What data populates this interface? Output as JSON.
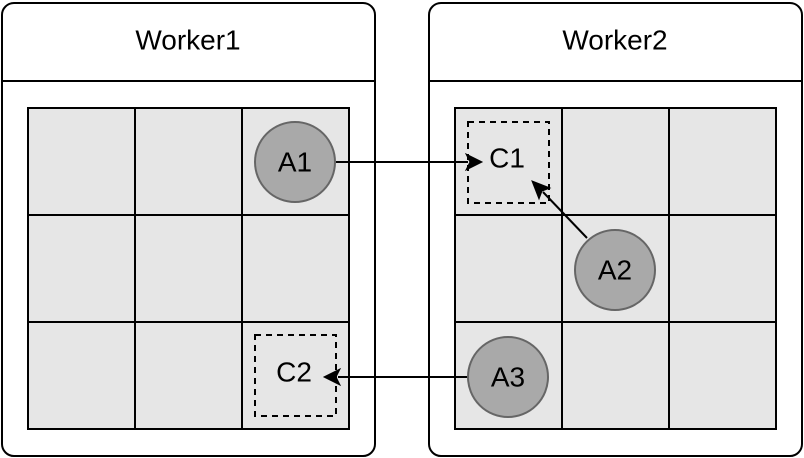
{
  "workers": [
    {
      "id": "worker1",
      "title": "Worker1"
    },
    {
      "id": "worker2",
      "title": "Worker2"
    }
  ],
  "nodes": [
    {
      "id": "A1",
      "label": "A1",
      "kind": "actor",
      "worker": "worker1"
    },
    {
      "id": "A2",
      "label": "A2",
      "kind": "actor",
      "worker": "worker2"
    },
    {
      "id": "A3",
      "label": "A3",
      "kind": "actor",
      "worker": "worker2"
    },
    {
      "id": "C1",
      "label": "C1",
      "kind": "placeholder",
      "worker": "worker2"
    },
    {
      "id": "C2",
      "label": "C2",
      "kind": "placeholder",
      "worker": "worker1"
    }
  ],
  "edges": [
    {
      "from": "A1",
      "to": "C1"
    },
    {
      "from": "A2",
      "to": "C1"
    },
    {
      "from": "A3",
      "to": "C2"
    }
  ],
  "colors": {
    "cell_fill": "#e6e6e6",
    "actor_fill": "#a9a9a9",
    "actor_stroke": "#666666",
    "line": "#000000"
  }
}
